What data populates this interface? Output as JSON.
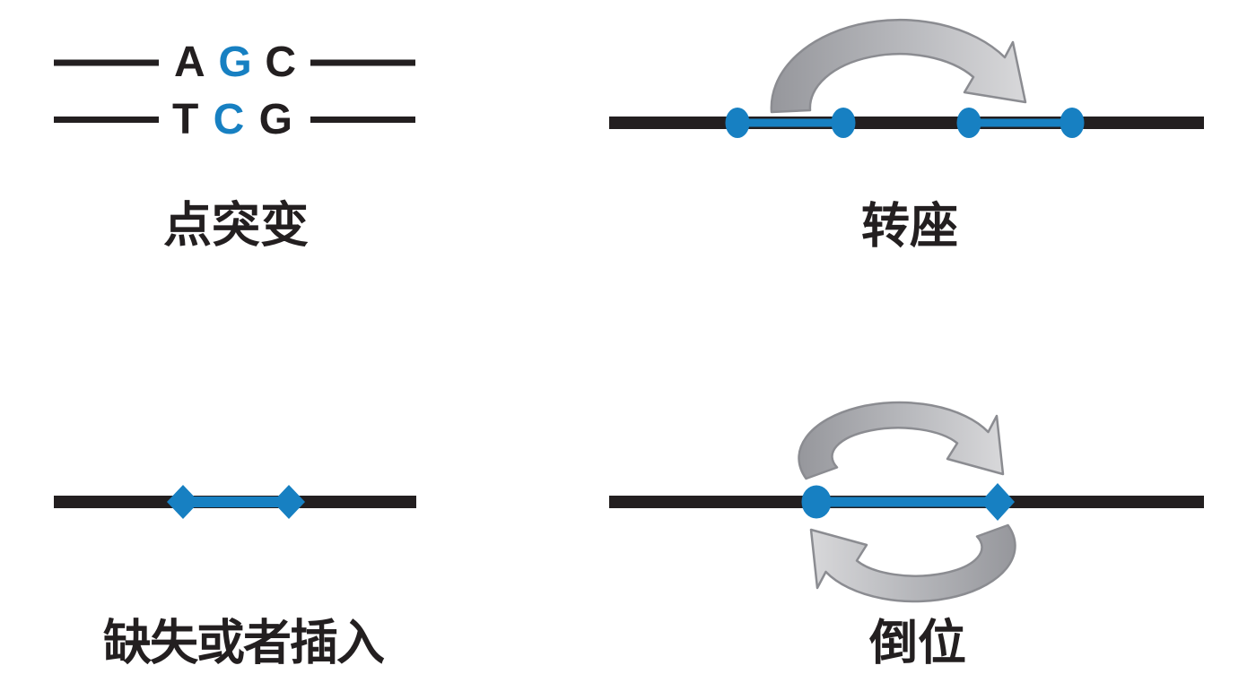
{
  "colors": {
    "background": "#ffffff",
    "ink": "#231f20",
    "blue": "#1780c2",
    "arrow_gray_dark": "#96979c",
    "arrow_gray_light": "#d8d8da",
    "arrow_outline": "#8b8c91"
  },
  "panels": {
    "point_mutation": {
      "label": "点突变",
      "top_strand": {
        "letters": [
          "A",
          "G",
          "C"
        ],
        "highlighted_letter": "G"
      },
      "bottom_strand": {
        "letters": [
          "T",
          "C",
          "G"
        ],
        "highlighted_letter": "C"
      }
    },
    "translocation": {
      "label": "转座"
    },
    "deletion_insertion": {
      "label": "缺失或者插入"
    },
    "inversion": {
      "label": "倒位"
    }
  }
}
